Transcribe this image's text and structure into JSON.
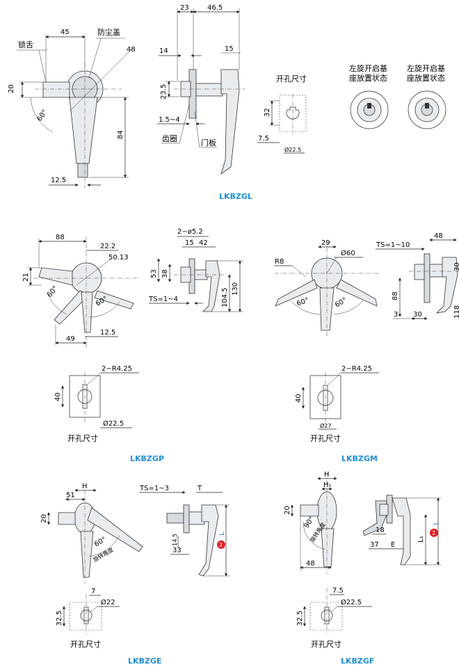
{
  "sections": {
    "lkbzgl": {
      "title": "LKBZGL",
      "front": {
        "d45": "45",
        "d48": "48",
        "d20": "20",
        "d84": "84",
        "d12_5": "12.5",
        "angle": "60°",
        "label_bolt": "锁舌",
        "label_dustcover": "防尘盖"
      },
      "side": {
        "d23": "23",
        "d46_5": "46.5",
        "d14": "14",
        "d15": "15",
        "d23_5": "23.5",
        "d1_5_4": "1.5~4",
        "label_gear": "齿圈",
        "label_door": "门板"
      },
      "cutout": {
        "title": "开孔尺寸",
        "d32": "32",
        "d7_5": "7.5",
        "dia": "Ø22.5"
      },
      "states": {
        "left_state": "左旋开启基座放置状态",
        "right_state": "左旋开启基座放置状态"
      }
    },
    "lkbzgp": {
      "title": "LKBZGP",
      "front": {
        "d88": "88",
        "d22_2": "22.2",
        "d50_13": "50.13",
        "d21": "21",
        "d49": "49",
        "d12_5": "12.5",
        "angle1": "60°",
        "angle2": "60°"
      },
      "side": {
        "d2_5_2": "2−ø5.2",
        "d15": "15",
        "d42": "42",
        "d53": "53",
        "d38": "38",
        "ts": "TS=1~4",
        "d104_5": "104.5",
        "d130": "130"
      },
      "cutout": {
        "radius": "2−R4.25",
        "d40": "40",
        "dia": "Ø22.5",
        "title": "开孔尺寸"
      }
    },
    "lkbzgm": {
      "title": "LKBZGM",
      "front": {
        "d29": "29",
        "dia60": "Ø60",
        "r8": "R8",
        "angle1": "60°",
        "angle2": "60°"
      },
      "side": {
        "ts": "TS=1~10",
        "d48": "48",
        "d88": "88",
        "d3": "3",
        "d30": "30",
        "d30b": "30",
        "d118": "118"
      },
      "cutout": {
        "radius": "2−R4.25",
        "d40": "40",
        "dia": "Ø27",
        "title": "开孔尺寸"
      }
    },
    "lkbzge": {
      "title": "LKBZGE",
      "front": {
        "h": "H",
        "d51": "51",
        "d20": "20",
        "angle": "60°",
        "rot": "旋转角度"
      },
      "side": {
        "ts": "TS=1~3",
        "t": "T",
        "d14_5": "14.5",
        "d33": "33",
        "l": "L"
      },
      "cutout": {
        "d7": "7",
        "dia": "Ø22",
        "d32_5": "32.5",
        "title": "开孔尺寸"
      }
    },
    "lkbzgf": {
      "title": "LKBZGF",
      "front": {
        "h": "H",
        "h1": "H₁",
        "d20": "20",
        "angle": "90°",
        "rot": "旋转角度",
        "d48": "48"
      },
      "side": {
        "d18": "18",
        "d37": "37",
        "e": "E",
        "l1": "L₁",
        "l": "L"
      },
      "cutout": {
        "d7_5": "7.5",
        "dia": "Ø22.5",
        "d32_5": "32.5",
        "title": "开孔尺寸"
      }
    }
  },
  "badge": {
    "number": "2"
  },
  "colors": {
    "title": "#1f8fd6",
    "badge": "#e0212a",
    "part": "#e9ecef"
  }
}
